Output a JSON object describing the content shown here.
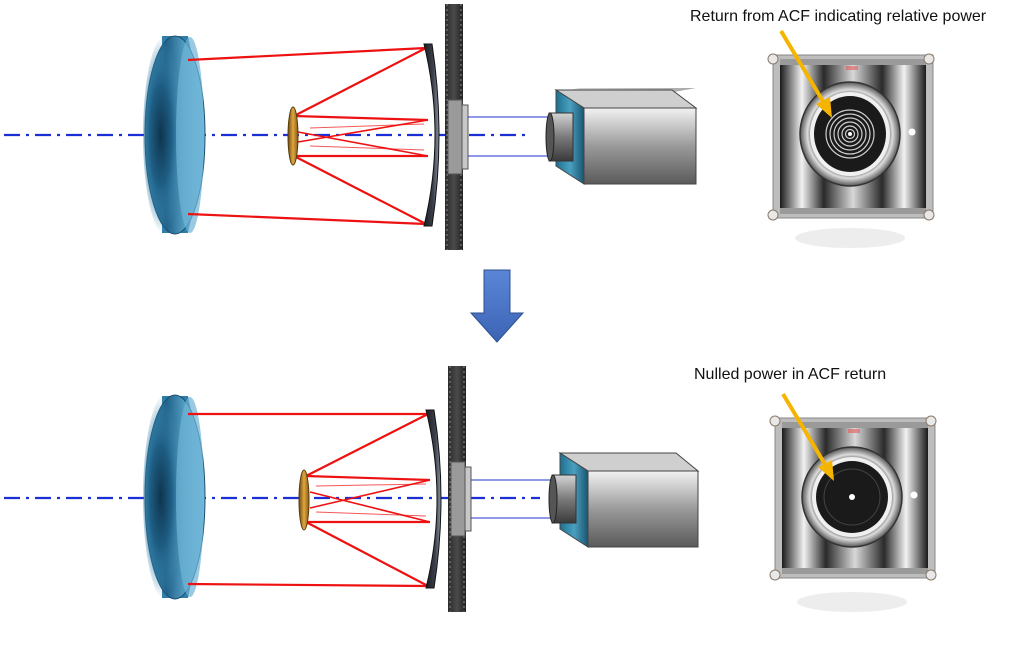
{
  "annotations": {
    "top": "Return from ACF indicating relative power",
    "bottom": "Nulled power in ACF return"
  },
  "colors": {
    "beam": "#ee1111",
    "optical_axis": "#1a2fd6",
    "lens": "#3f8fb8",
    "down_arrow": "#4472c4",
    "pointer_arrow": "#f5b400",
    "camera_beam": "#2233cc"
  },
  "icons": {
    "transition": "down-arrow-icon",
    "camera": "camera-icon",
    "pointer": "pointer-arrow-icon"
  },
  "panels": [
    {
      "name": "before-null",
      "fringe_pattern": "concentric-rings"
    },
    {
      "name": "after-null",
      "fringe_pattern": "nulled"
    }
  ]
}
